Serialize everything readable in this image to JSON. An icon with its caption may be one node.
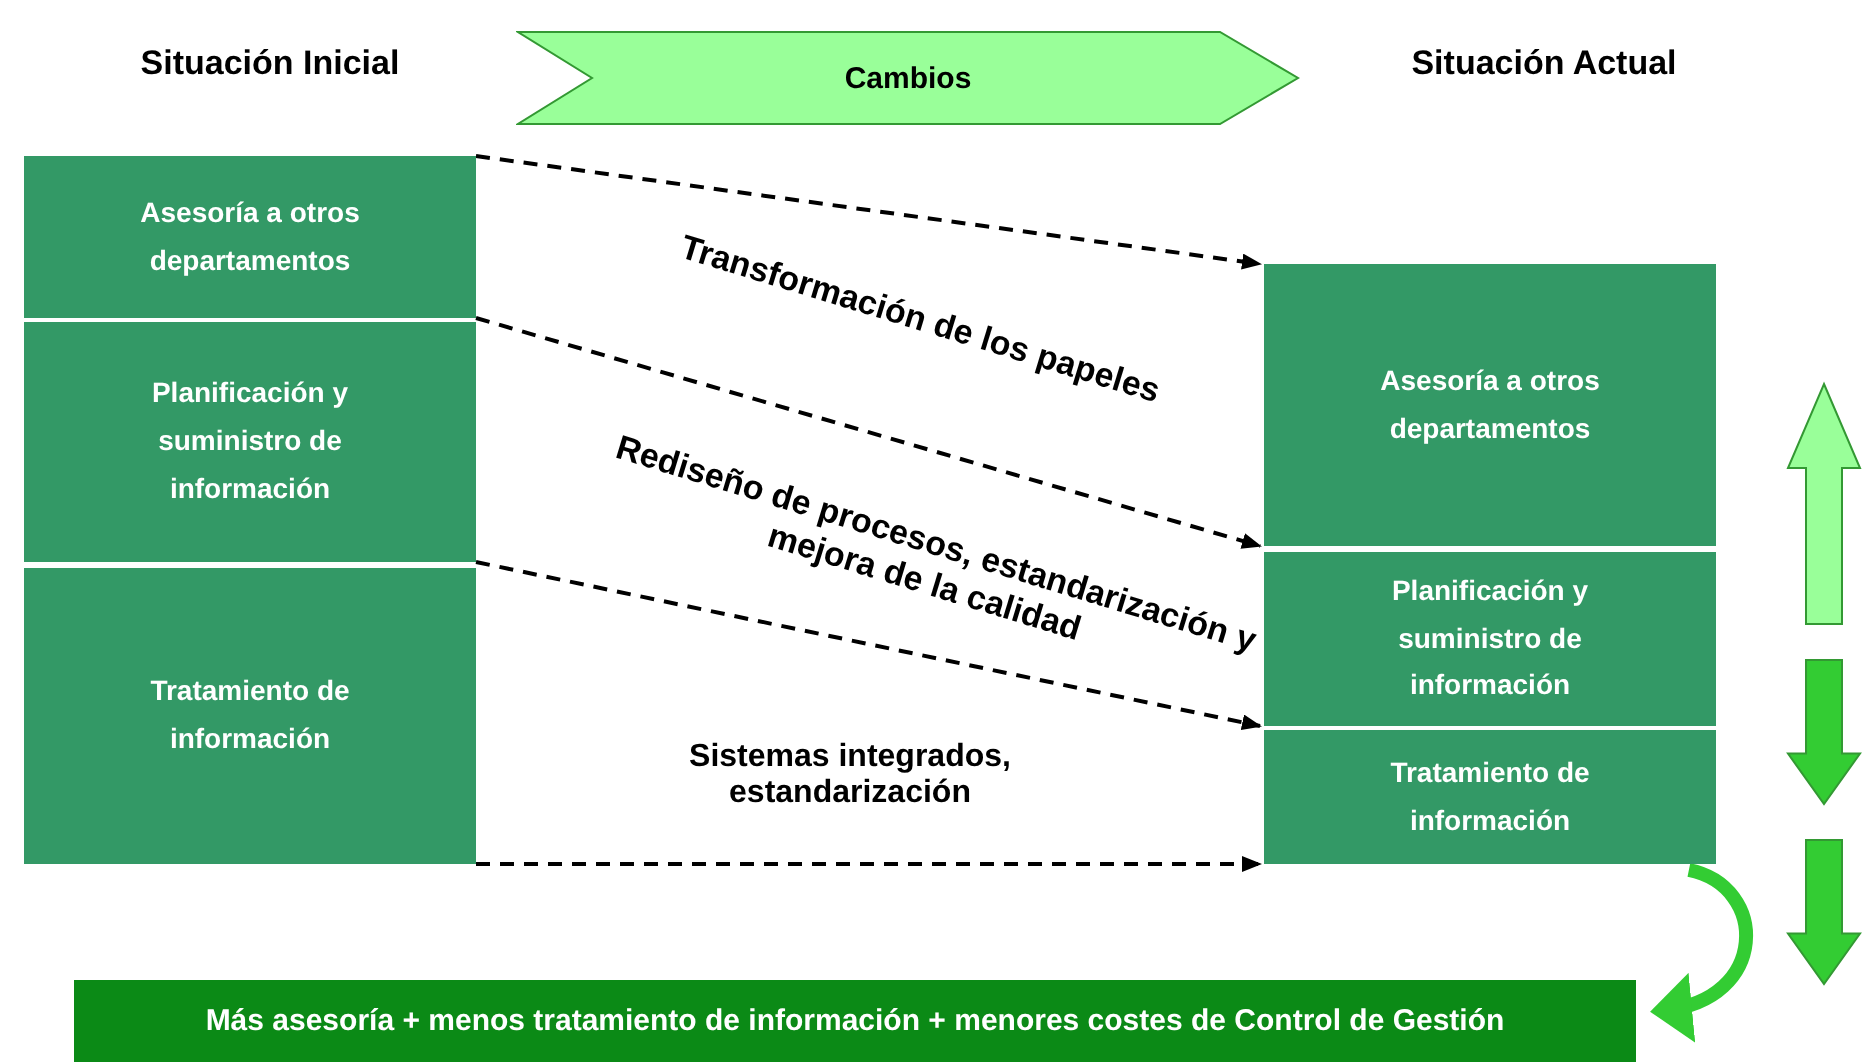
{
  "diagram": {
    "nodes": [
      {
        "text": [
          "Cambios"
        ]
      },
      {
        "text": [
          "Asesoría a otros departamentos"
        ]
      },
      {
        "text": [
          "Planificación y suministro de información"
        ]
      },
      {
        "text": [
          "Tratamiento de información"
        ]
      },
      {
        "text": [
          "Asesoría a otros departamentos"
        ]
      },
      {
        "text": [
          "Planificación y suministro de información"
        ]
      },
      {
        "text": [
          "Tratamiento de información"
        ]
      },
      {
        "text": [
          "Más asesoría + menos tratamiento de información + menores costes de Control de Gestión"
        ]
      }
    ],
    "edges": [
      {
        "from": 1,
        "to": 4,
        "arrow": "to",
        "style": "dashed"
      },
      {
        "from": 1,
        "to": 4,
        "arrow": "to",
        "style": "dashed"
      },
      {
        "from": 2,
        "to": 5,
        "arrow": "to",
        "style": "dashed"
      },
      {
        "from": 3,
        "to": 6,
        "arrow": "to",
        "style": "dashed"
      },
      {
        "from": 6,
        "to": 7,
        "arrow": "to",
        "style": "thick",
        "color": "#33cc33"
      }
    ],
    "labels": [
      "Situación Inicial",
      "Situación Actual",
      "Transformación de los papeles",
      "Rediseño de procesos, estandarización y mejora de la calidad",
      "Sistemas integrados, estandarización"
    ]
  }
}
